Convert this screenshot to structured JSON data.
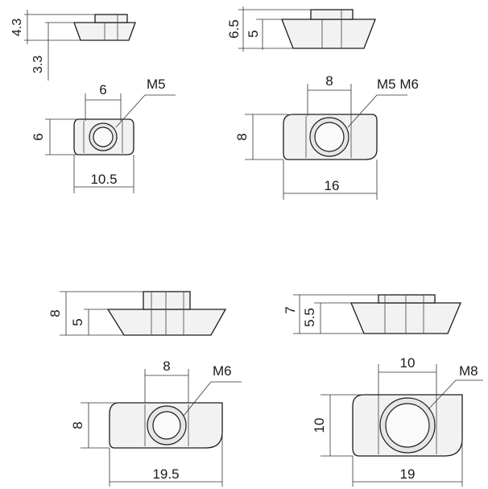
{
  "nut_1": {
    "side_view": {
      "total_height": "4.3",
      "base_height": "3.3"
    },
    "top_view": {
      "hole_spacing": "6",
      "thread": "M5",
      "width": "6",
      "length": "10.5"
    }
  },
  "nut_2": {
    "side_view": {
      "total_height": "6.5",
      "base_height": "5"
    },
    "top_view": {
      "hole_spacing": "8",
      "thread": "M5 M6",
      "width": "8",
      "length": "16"
    }
  },
  "nut_3": {
    "side_view": {
      "total_height": "8",
      "base_height": "5"
    },
    "top_view": {
      "hole_spacing": "8",
      "thread": "M6",
      "width": "8",
      "length": "19.5"
    }
  },
  "nut_4": {
    "side_view": {
      "total_height": "7",
      "base_height": "5.5"
    },
    "top_view": {
      "hole_spacing": "10",
      "thread": "M8",
      "width": "10",
      "length": "19"
    }
  }
}
